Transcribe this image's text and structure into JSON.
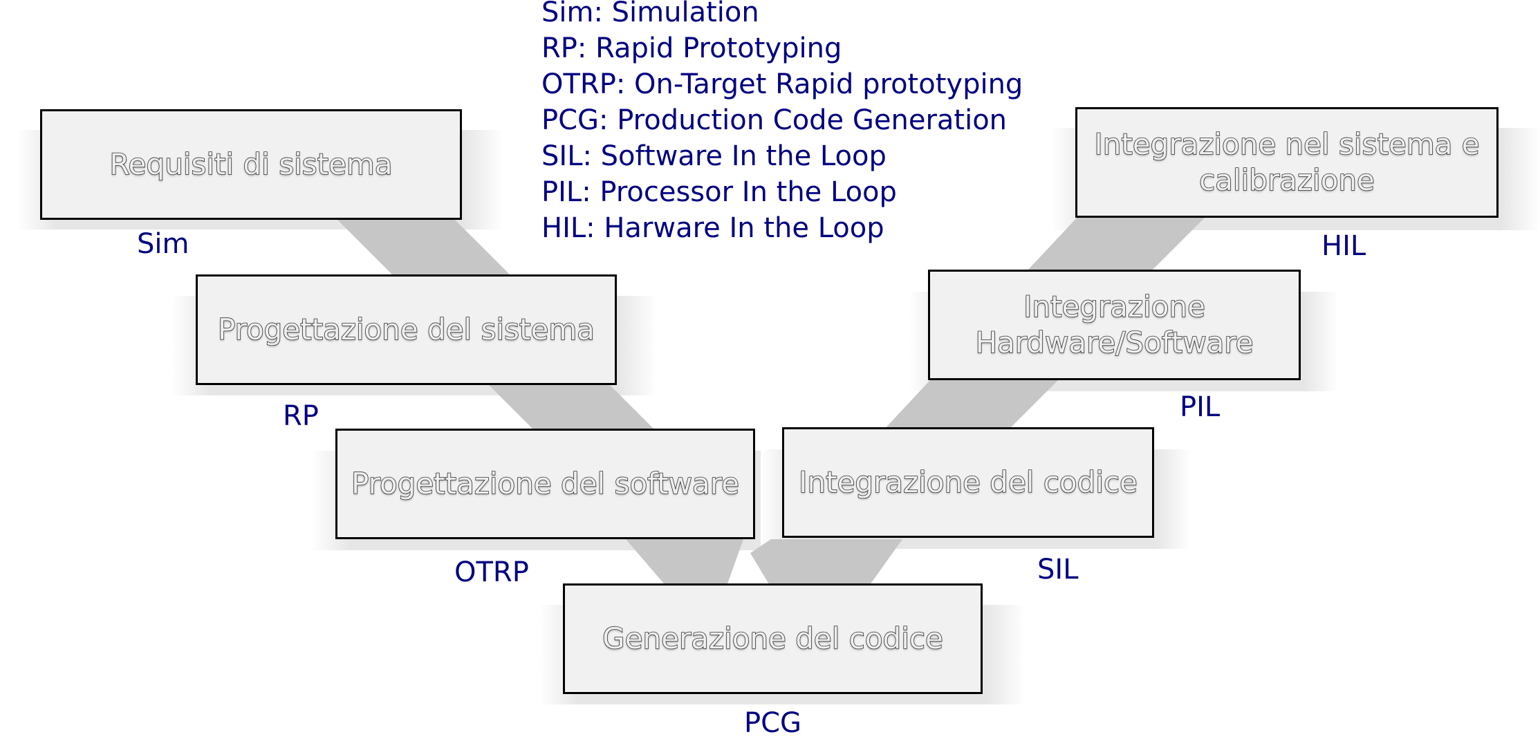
{
  "legend": [
    "Sim: Simulation",
    "RP: Rapid Prototyping",
    "OTRP: On-Target Rapid prototyping",
    "PCG: Production Code Generation",
    "SIL: Software In the Loop",
    "PIL: Processor In the Loop",
    "HIL: Harware In the Loop"
  ],
  "stages": {
    "req": {
      "label": "Requisiti di sistema",
      "tag": "Sim"
    },
    "sysdesign": {
      "label": "Progettazione del sistema",
      "tag": "RP"
    },
    "swdesign": {
      "label": "Progettazione del software",
      "tag": "OTRP"
    },
    "codegen": {
      "label": "Generazione del codice",
      "tag": "PCG"
    },
    "codeint": {
      "label": "Integrazione del codice",
      "tag": "SIL"
    },
    "hwsw": {
      "label": "Integrazione\nHardware/Software",
      "tag": "PIL"
    },
    "sysint": {
      "label": "Integrazione nel sistema e\ncalibrazione",
      "tag": "HIL"
    }
  },
  "colors": {
    "label_text": "#000080",
    "box_fill": "#f1f1f1",
    "connector": "#c6c6c6"
  }
}
